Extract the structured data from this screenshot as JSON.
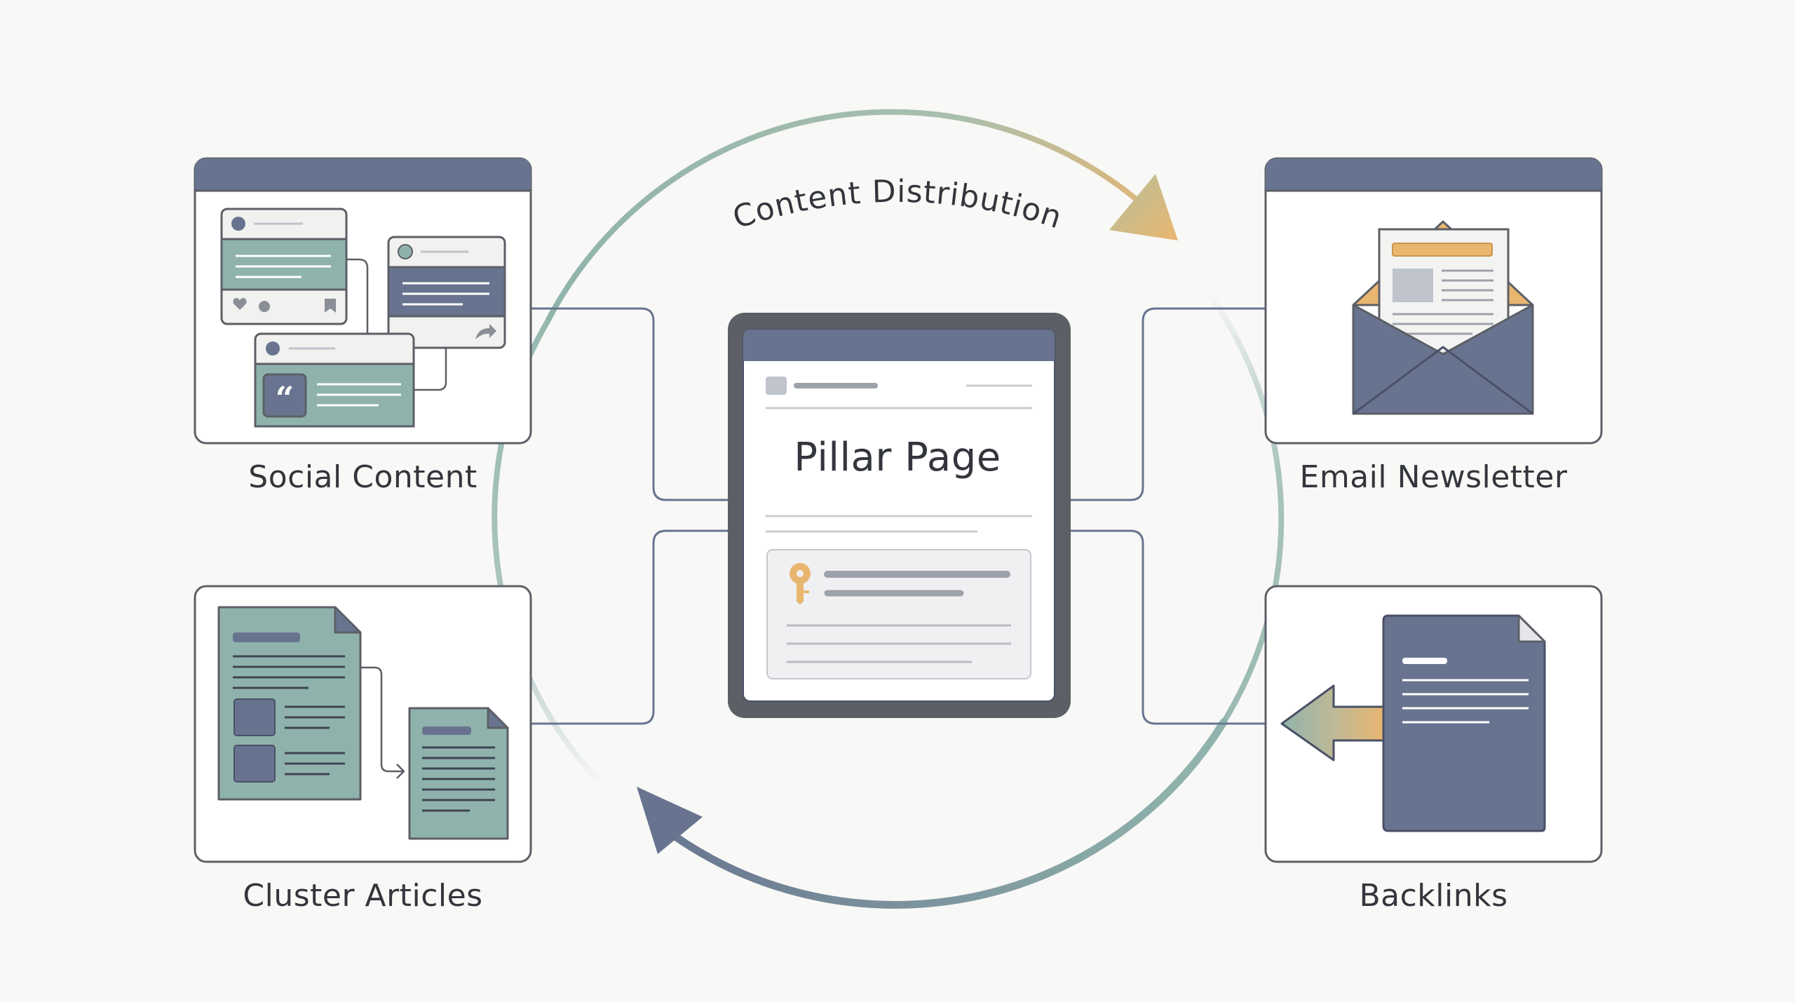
{
  "center": {
    "title": "Pillar Page"
  },
  "cycle": {
    "label": "Content Distribution"
  },
  "nodes": {
    "social": {
      "label": "Social Content"
    },
    "email": {
      "label": "Email Newsletter"
    },
    "cluster": {
      "label": "Cluster Articles"
    },
    "backlinks": {
      "label": "Backlinks"
    }
  },
  "icons": {
    "social_quote_glyph": "“",
    "pillar_key": "key-icon"
  },
  "colors": {
    "background": "#f8f8f6",
    "slate": "#68748f",
    "sage": "#8fb3ac",
    "amber": "#e9b670",
    "frame": "#5c5f66",
    "text": "#33363c"
  }
}
